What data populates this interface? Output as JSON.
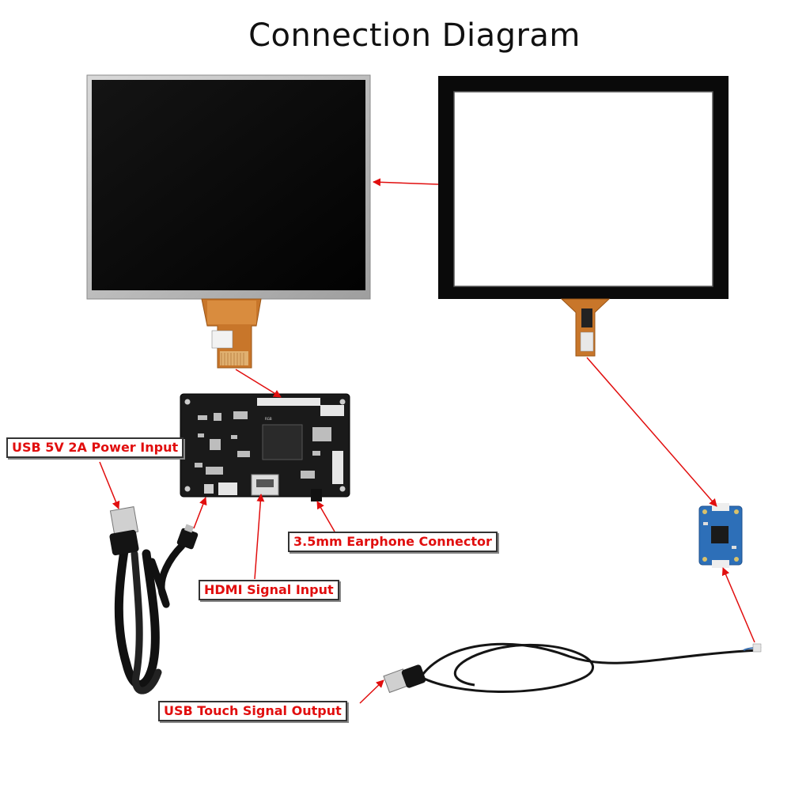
{
  "title": "Connection Diagram",
  "labels": {
    "power": "USB 5V 2A Power Input",
    "earphone": "3.5mm Earphone Connector",
    "hdmi": "HDMI Signal Input",
    "usb_touch": "USB Touch Signal Output"
  },
  "colors": {
    "arrow": "#e10e0e",
    "label_text": "#e10e0e",
    "pcb": "#1a1a1a",
    "touch_board": "#2d6fb8",
    "fpc": "#c8762a"
  }
}
